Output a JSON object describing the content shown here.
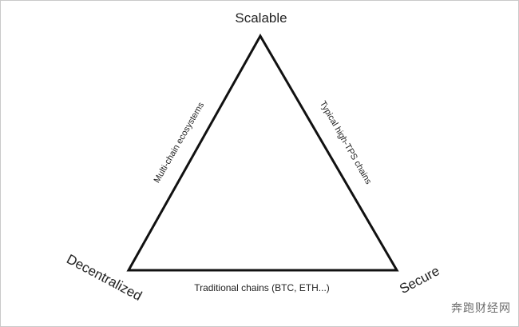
{
  "diagram": {
    "vertices": {
      "top": "Scalable",
      "left": "Decentralized",
      "right": "Secure"
    },
    "edges": {
      "left": "Multi-chain ecosystems",
      "right": "Typical high-TPS chains",
      "bottom": "Traditional chains (BTC, ETH...)"
    }
  },
  "watermark": "奔跑财经网"
}
